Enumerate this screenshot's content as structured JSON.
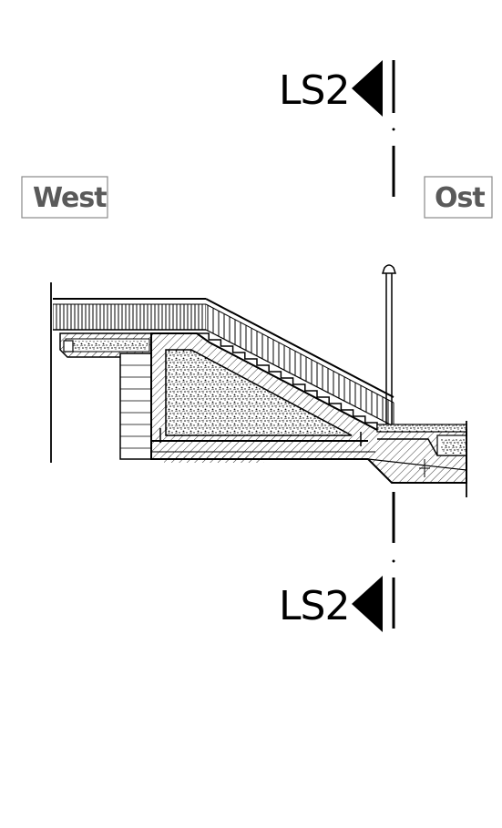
{
  "section_marks": {
    "top_label": "LS2",
    "bottom_label": "LS2"
  },
  "direction_labels": {
    "west": "West",
    "east": "Ost"
  },
  "colors": {
    "line": "#000000",
    "label_box": "#8a8a8a",
    "label_text": "#5a5a5a",
    "fill_fill": "#d9d9d9"
  }
}
